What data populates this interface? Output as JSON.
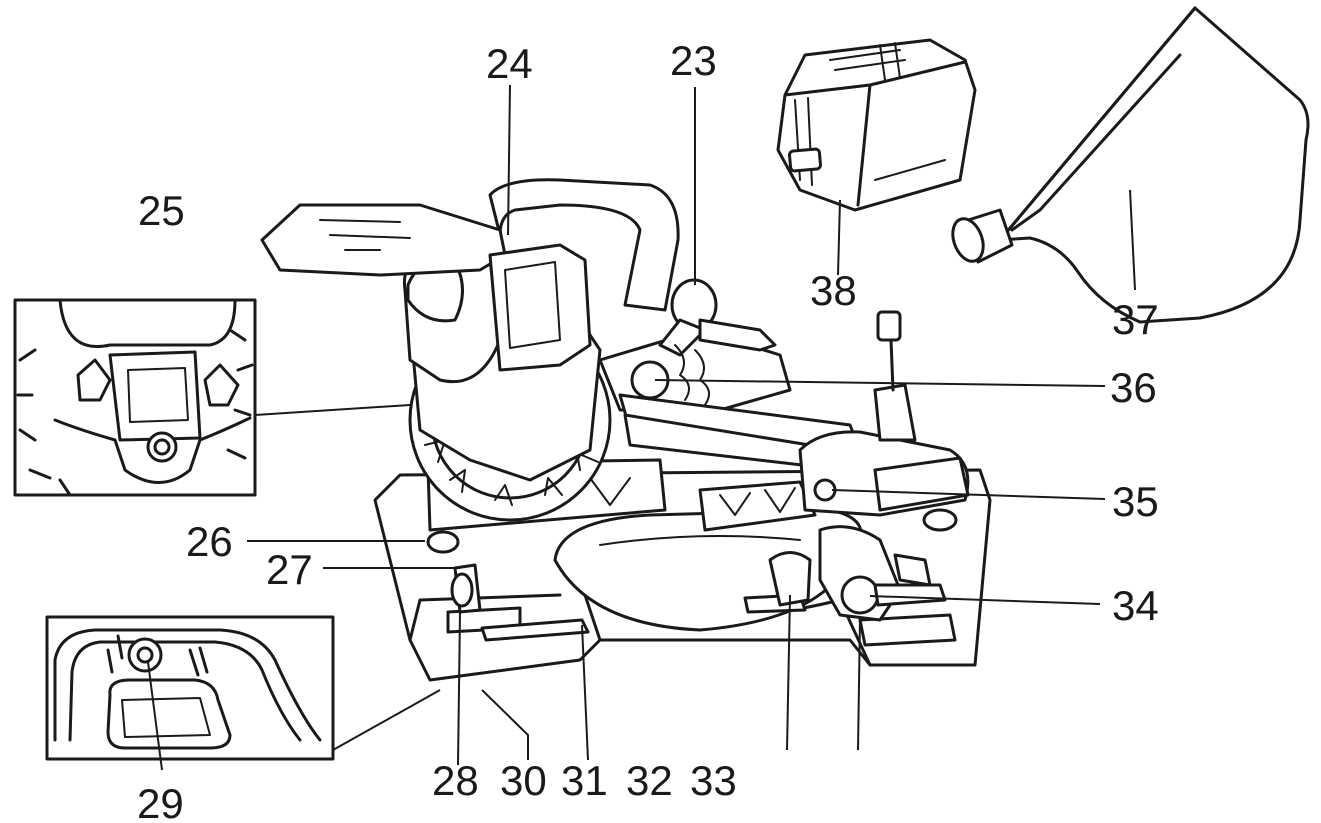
{
  "labels": {
    "l23": "23",
    "l24": "24",
    "l25": "25",
    "l26": "26",
    "l27": "27",
    "l28": "28",
    "l29": "29",
    "l30": "30",
    "l31": "31",
    "l32": "32",
    "l33": "33",
    "l34": "34",
    "l35": "35",
    "l36": "36",
    "l37": "37",
    "l38": "38"
  },
  "colors": {
    "ink": "#1a1a1a",
    "background": "#ffffff"
  }
}
